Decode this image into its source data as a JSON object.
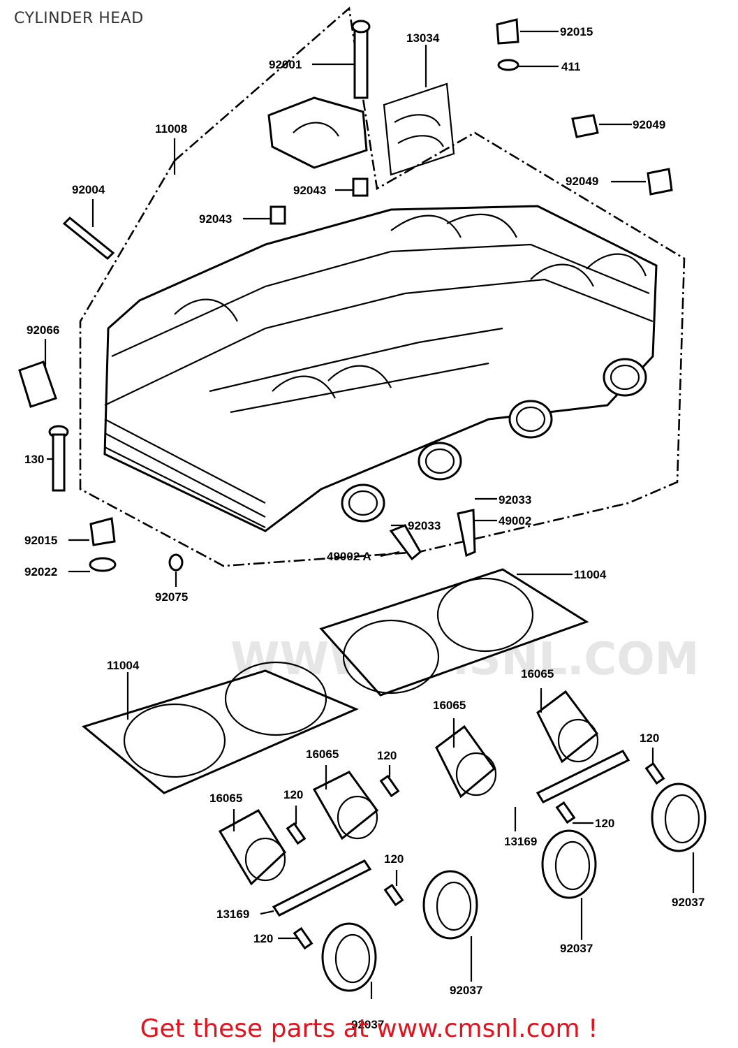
{
  "title": "CYLINDER HEAD",
  "footer": "Get these parts at www.cmsnl.com !",
  "watermark": "WWW.CMSNL.COM",
  "labels": {
    "l92001": "92001",
    "l13034": "13034",
    "l92015_top": "92015",
    "l411": "411",
    "l92049_a": "92049",
    "l92049_b": "92049",
    "l11008": "11008",
    "l92004": "92004",
    "l92043_a": "92043",
    "l92043_b": "92043",
    "l92066": "92066",
    "l130": "130",
    "l92015_left": "92015",
    "l92022": "92022",
    "l92075": "92075",
    "l92033_a": "92033",
    "l49002": "49002",
    "l92033_b": "92033",
    "l49002a": "49002 A",
    "l11004_right": "11004",
    "l11004_left": "11004",
    "l16065_a": "16065",
    "l16065_b": "16065",
    "l16065_c": "16065",
    "l16065_d": "16065",
    "l120_a": "120",
    "l120_b": "120",
    "l120_c": "120",
    "l120_d": "120",
    "l120_e": "120",
    "l120_f": "120",
    "l13169_a": "13169",
    "l13169_b": "13169",
    "l92037_a": "92037",
    "l92037_b": "92037",
    "l92037_c": "92037",
    "l92037_d": "92037"
  }
}
